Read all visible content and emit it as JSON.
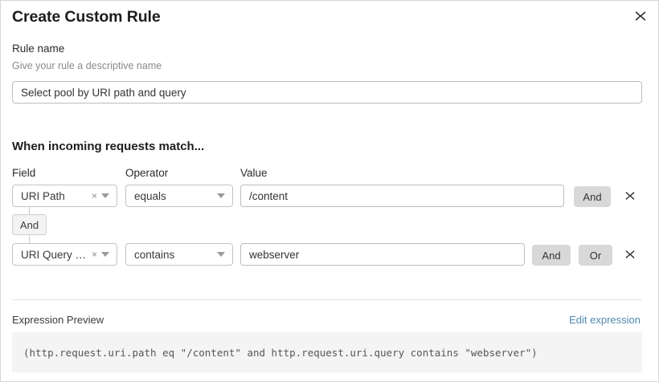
{
  "dialog": {
    "title": "Create Custom Rule",
    "close_icon": "close-icon"
  },
  "rule_name": {
    "label": "Rule name",
    "help": "Give your rule a descriptive name",
    "value": "Select pool by URI path and query",
    "placeholder": "Rule name"
  },
  "conditions": {
    "heading": "When incoming requests match...",
    "columns": {
      "field": "Field",
      "operator": "Operator",
      "value": "Value"
    },
    "connector": {
      "label": "And"
    },
    "rows": [
      {
        "field": "URI Path",
        "field_clear_icon": "×",
        "operator": "equals",
        "value": "/content",
        "value_placeholder": "Value",
        "buttons": [
          "And"
        ],
        "delete_icon": "close-icon"
      },
      {
        "field": "URI Query St...",
        "field_clear_icon": "×",
        "operator": "contains",
        "value": "webserver",
        "value_placeholder": "Value",
        "buttons": [
          "And",
          "Or"
        ],
        "delete_icon": "close-icon"
      }
    ]
  },
  "expression": {
    "label": "Expression Preview",
    "edit_link": "Edit expression",
    "text": "(http.request.uri.path eq \"/content\" and http.request.uri.query contains \"webserver\")"
  },
  "colors": {
    "accent_link": "#5089ad",
    "button_gray": "#d8d8d8",
    "preview_bg": "#f4f4f4",
    "text_primary": "#1d1d1d",
    "text_muted": "#8a8a8a"
  }
}
